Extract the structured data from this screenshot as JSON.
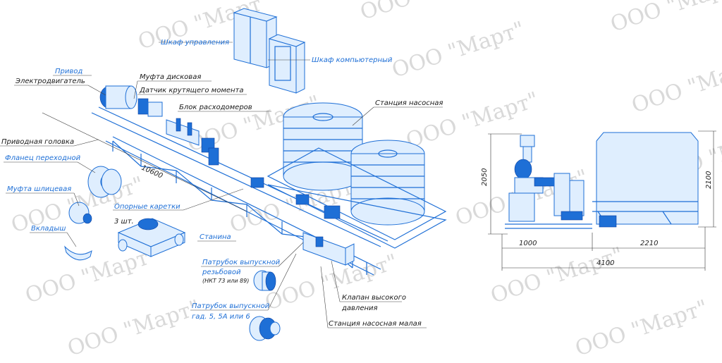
{
  "watermark": "ООО \"Март\"",
  "labels": {
    "shkaf_upravleniya": "Шкаф управления",
    "shkaf_kompyuterny": "Шкаф компьютерный",
    "privod": "Привод",
    "elektrodvigatel": "Электродвигатель",
    "mufta_diskovaya": "Муфта дисковая",
    "datchik": "Датчик крутящего момента",
    "blok_rashodomerov": "Блок расходомеров",
    "stanciya_nasosnaya": "Станция насосная",
    "privodnaya_golovka": "Приводная головка",
    "flanec": "Фланец переходной",
    "mufta_shlicevaya": "Муфта шлицевая",
    "vkladysh": "Вкладыш",
    "opornye_karetki": "Опорные каретки",
    "opornye_count": "3 шт.",
    "stanina": "Станина",
    "patrubok_rezb_1": "Патрубок выпускной",
    "patrubok_rezb_2": "резьбовой",
    "patrubok_rezb_3": "(НКТ 73 или 89)",
    "patrubok_gad_1": "Патрубок выпускной",
    "patrubok_gad_2": "гад. 5, 5А или 6",
    "klapan_1": "Клапан высокого",
    "klapan_2": "давления",
    "stanciya_malaya": "Станция насосная малая"
  },
  "dimensions": {
    "length_main": "10600",
    "height_left": "2050",
    "height_right": "2100",
    "width_left": "1000",
    "width_right": "2210",
    "width_total": "4100"
  }
}
